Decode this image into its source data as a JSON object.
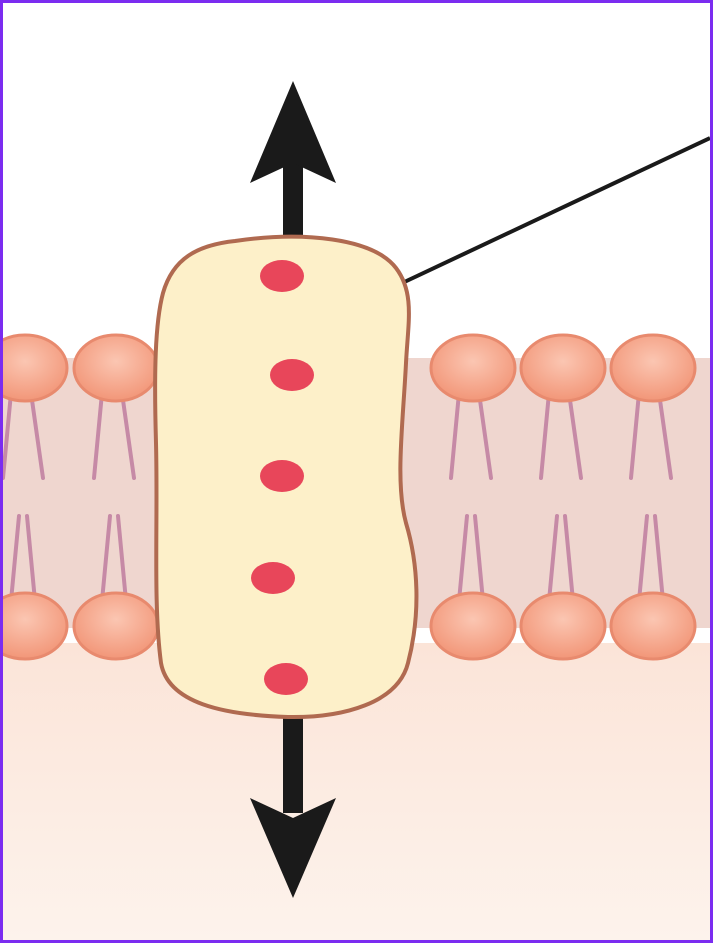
{
  "figure": {
    "type": "membrane-protein-diagram",
    "labels": [],
    "colors": {
      "frame": "#7b2cf0",
      "background_top": "#ffffff",
      "cytoplasm_top": "#fbe4d8",
      "cytoplasm_bottom": "#fdf3ec",
      "bilayer_core": "#efd6cf",
      "phospholipid_head": "#f4a184",
      "phospholipid_head_outline": "#e88a6e",
      "phospholipid_tail": "#c68aa6",
      "protein_fill": "#fdf0c9",
      "protein_outline": "#b06a50",
      "binding_site": "#e8465a",
      "arrow": "#1a1a1a",
      "leader_line": "#1a1a1a"
    },
    "icons": {
      "transport_arrows": "up-down-arrow",
      "binding_sites": "dot"
    },
    "binding_site_count": 5
  }
}
